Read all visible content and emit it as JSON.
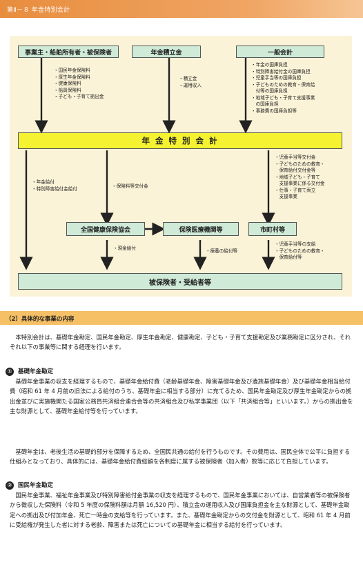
{
  "header": {
    "title": "第Ⅱ－８ 年金特別会計"
  },
  "diagram": {
    "sources": {
      "employers": "事業主・船舶所有者・被保険者",
      "reserve": "年金積立金",
      "general": "一般会計"
    },
    "employers_items": [
      "・国民年金保険料",
      "・厚生年金保険料",
      "・健康保険料",
      "・船員保険料",
      "・子ども・子育て拠出金"
    ],
    "reserve_items": [
      "・積立金",
      "・運用収入"
    ],
    "general_items": [
      "・年金の国庫負担",
      "・特別障害給付金の国庫負担",
      "・児童手当等の国庫負担",
      "・子どものための教育・保育給",
      "　付等の国庫負担",
      "・地域子ども・子育て支援事業",
      "　の国庫負担",
      "・事務費の国庫負担等"
    ],
    "center": "年 金 特 別 会 計",
    "left_items": [
      "・年金給付",
      "・特別障害給付金給付"
    ],
    "middle_items": [
      "・保険料等交付金"
    ],
    "right_items": [
      "・児童手当等交付金",
      "・子どものための教育・",
      "　保育給付交付金等",
      "・地域子ども・子育て",
      "　支援事業に係る交付金",
      "・仕事・子育て両立",
      "　支援事業"
    ],
    "mid_boxes": {
      "kyokai": "全国健康保険協会",
      "iryo": "保険医療機関等",
      "city": "市町村等"
    },
    "kyokai_items": [
      "・現金給付"
    ],
    "iryo_items": [
      "・療養の給付等"
    ],
    "city_items": [
      "・児童手当等の支給",
      "・子どものための教育・",
      "　保育給付等"
    ],
    "bottom": "被保険者・受給者等"
  },
  "section2": {
    "heading": "（2）具体的な事業の内容",
    "intro": "本特別会計は、基礎年金勘定、国民年金勘定、厚生年金勘定、健康勘定、子ども・子育て支援勘定及び業務勘定に区分され、それぞれ以下の事業等に関する経理を行います。",
    "sub1": {
      "num": "①",
      "title": "基礎年金勘定",
      "p1": "基礎年金事業の収支を経理するもので、基礎年金給付費（老齢基礎年金、障害基礎年金及び遺族基礎年金）及び基礎年金相当給付費（昭和 61 年 4 月前の旧法による給付のうち、基礎年金に相当する部分）に充てるため、国民年金勘定及び厚生年金勘定からの拠出金並びに実施機関たる国家公務員共済組合連合会等の共済組合及び私学事業団（以下「共済組合等」といいます。）からの拠出金を主な財源として、基礎年金給付等を行っています。",
      "p2": "基礎年金は、老後生活の基礎的部分を保障するため、全国民共通の給付を行うものです。その費用は、国民全体で公平に負担する仕組みとなっており、具体的には、基礎年金給付費総額を各制度に属する被保険者（加入者）数等に応じて負担しています。"
    },
    "sub2": {
      "num": "②",
      "title": "国民年金勘定",
      "p1": "国民年金事業、福祉年金事業及び特別障害給付金事業の収支を経理するもので、国民年金事業においては、自営業者等の被保険者から徴収した保険料（令和 5 年度の保険料額は月額 16,520 円）、積立金の運用収入及び国庫負担金を主な財源として、基礎年金勘定への拠出及び付加年金、死亡一時金の支給等を行っています。また、基礎年金勘定からの交付金を財源として、昭和 61 年 4 月前に受給権が発生した者に対する老齢、障害または死亡についての基礎年金に相当する給付を行っています。"
    }
  }
}
